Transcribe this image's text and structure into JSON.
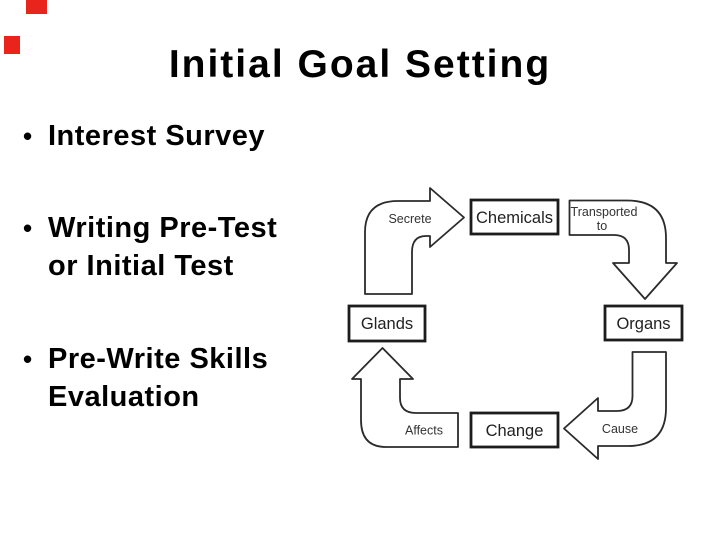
{
  "slide": {
    "title": "Initial Goal Setting",
    "bullets": [
      {
        "marker": "•",
        "lines": [
          "Interest Survey",
          ""
        ]
      },
      {
        "marker": "•",
        "lines": [
          "Writing Pre-Test",
          "or Initial Test"
        ]
      },
      {
        "marker": "•",
        "lines": [
          "Pre-Write Skills",
          "Evaluation"
        ]
      }
    ]
  },
  "diagram": {
    "type": "cycle-flow",
    "nodes": [
      {
        "id": "chemicals",
        "label": "Chemicals"
      },
      {
        "id": "organs",
        "label": "Organs"
      },
      {
        "id": "glands",
        "label": "Glands"
      },
      {
        "id": "change",
        "label": "Change"
      }
    ],
    "arrows": [
      {
        "id": "secrete",
        "label": "Secrete",
        "from": "Glands",
        "to": "Chemicals"
      },
      {
        "id": "transported-to",
        "label": "Transported to",
        "label_lines": [
          "Transported",
          "to"
        ],
        "from": "Chemicals",
        "to": "Organs"
      },
      {
        "id": "cause",
        "label": "Cause",
        "from": "Organs",
        "to": "Change"
      },
      {
        "id": "affects",
        "label": "Affects",
        "from": "Change",
        "to": "Glands"
      }
    ]
  },
  "decorations": {
    "square_color": "#e8241d",
    "square_count": 2
  },
  "colors": {
    "background": "#ffffff",
    "text": "#000000",
    "box_stroke": "#1c1c1c",
    "arrow_stroke": "#2b2b2b",
    "accent_red": "#e8241d"
  }
}
